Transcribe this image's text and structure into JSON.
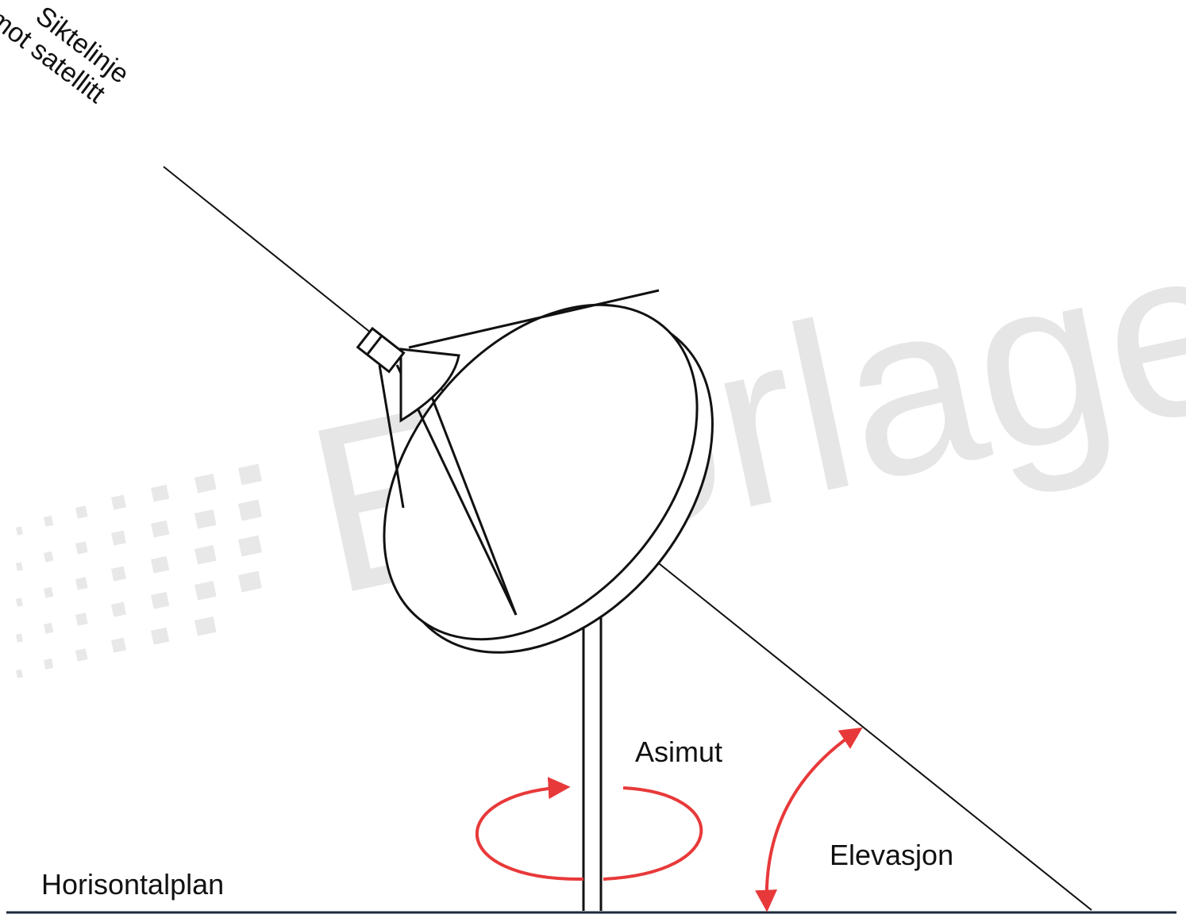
{
  "labels": {
    "line_of_sight_line1": "Siktelinje",
    "line_of_sight_line2": "mot satellitt",
    "azimuth": "Asimut",
    "elevation": "Elevasjon",
    "horizontal_plane": "Horisontalplan",
    "watermark": "Elforlaget"
  },
  "colors": {
    "line": "#111111",
    "arrow": "#e8393a",
    "watermark": "#e6e6e6",
    "background": "#ffffff"
  }
}
